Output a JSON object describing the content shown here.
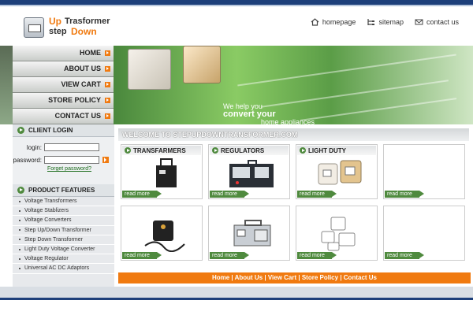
{
  "header": {
    "logo_up": "Up",
    "logo_trans": "Trasformer",
    "logo_step": "step",
    "logo_down": "Down",
    "links": [
      {
        "label": "homepage",
        "icon": "home-icon"
      },
      {
        "label": "sitemap",
        "icon": "sitemap-icon"
      },
      {
        "label": "contact us",
        "icon": "envelope-icon"
      }
    ]
  },
  "nav": {
    "items": [
      "HOME",
      "ABOUT US",
      "VIEW CART",
      "STORE POLICY",
      "CONTACT US"
    ]
  },
  "banner": {
    "line1": "We help you",
    "line2": "convert your",
    "line3": "home appliances"
  },
  "login": {
    "title": "CLIENT LOGIN",
    "login_label": "login:",
    "password_label": "password:",
    "forgot": "Forget password?"
  },
  "features": {
    "title": "PRODUCT FEATURES",
    "items": [
      "Voltage Transformers",
      "Voltage Stablizers",
      "Voltage Converters",
      "Step Up/Down Transformer",
      "Step Down Transformer",
      "Light Duty Voltage Converter",
      "Voltage Regulator",
      "Universal AC DC Adaptors"
    ]
  },
  "main": {
    "welcome": "WELCOME TO STEPUPDOWNTRANSFORMER.COM",
    "cards": [
      {
        "title": "TRANSFARMERS",
        "readmore": "read more"
      },
      {
        "title": "REGULATORS",
        "readmore": "read more"
      },
      {
        "title": "LIGHT DUTY",
        "readmore": "read more"
      },
      {
        "title": "",
        "readmore": "read more"
      },
      {
        "title": "",
        "readmore": "read more"
      },
      {
        "title": "",
        "readmore": "read more"
      },
      {
        "title": "",
        "readmore": "read more"
      },
      {
        "title": "",
        "readmore": "read more"
      }
    ]
  },
  "footer": {
    "links": [
      "Home",
      "About Us",
      "View Cart",
      "Store Policy",
      "Contact Us"
    ],
    "separator": " | "
  },
  "colors": {
    "accent": "#f07a10",
    "green": "#4f8a3e",
    "navy": "#1d3f7a"
  }
}
